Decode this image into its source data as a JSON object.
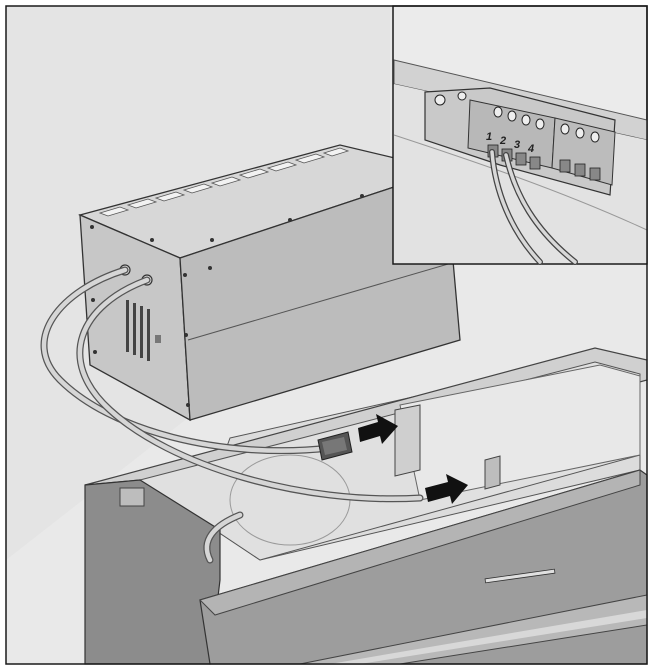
{
  "inset": {
    "terminal_labels": [
      "1",
      "2",
      "3",
      "4"
    ]
  },
  "colors": {
    "frame": "#1a1a1a",
    "background": "#e9e9e9",
    "box_top": "#d6d6d6",
    "box_side": "#c6c6c6",
    "box_front": "#bdbdbd",
    "hood_front": "#9a9a9a",
    "hood_dark": "#7a7a7a",
    "arrow": "#111111",
    "cable": "#c9c9c9"
  },
  "icons": {
    "arrow_upper": "arrow-right-icon",
    "arrow_lower": "arrow-right-icon"
  }
}
